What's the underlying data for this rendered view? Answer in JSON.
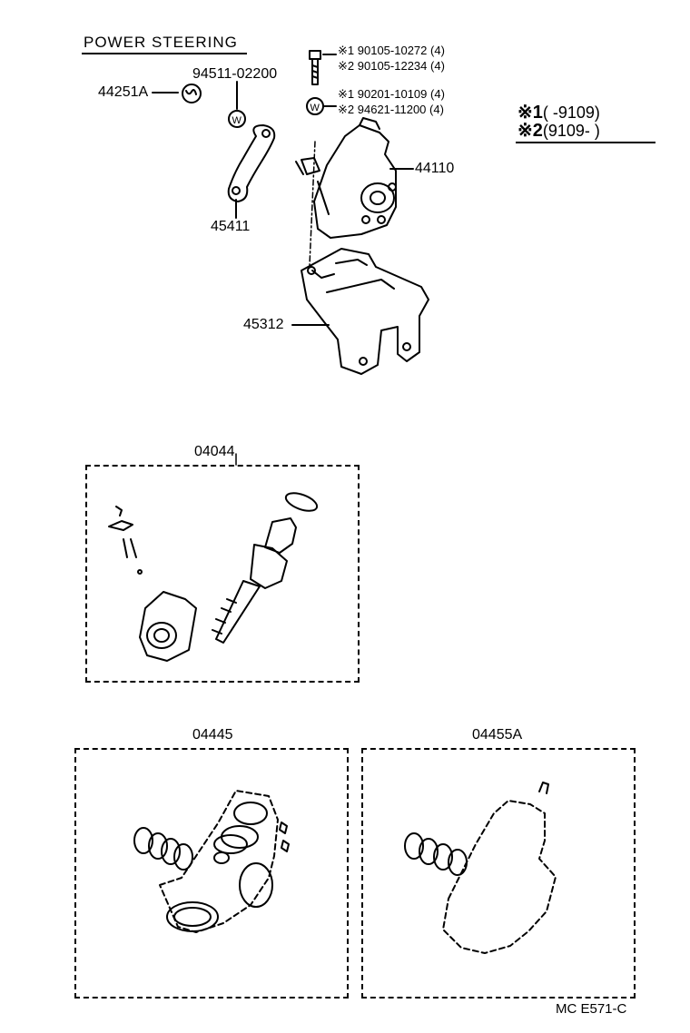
{
  "diagram": {
    "title": "POWER STEERING",
    "parts": {
      "p44251A": "44251A",
      "p94511": "94511-02200",
      "p45411": "45411",
      "p44110": "44110",
      "p45312": "45312"
    },
    "fasteners": [
      {
        "mark": "※1",
        "part": "90105-10272",
        "qty": "(4)"
      },
      {
        "mark": "※2",
        "part": "90105-12234",
        "qty": "(4)"
      },
      {
        "mark": "※1",
        "part": "90201-10109",
        "qty": "(4)"
      },
      {
        "mark": "※2",
        "part": "94621-11200",
        "qty": "(4)"
      }
    ],
    "legend": [
      {
        "mark": "※1",
        "range": "(      -9109)"
      },
      {
        "mark": "※2",
        "range": "(9109-      )"
      }
    ],
    "kits": {
      "k04044": "04044",
      "k04445": "04445",
      "k04455A": "04455A"
    },
    "footer": "MC  E571-C"
  }
}
